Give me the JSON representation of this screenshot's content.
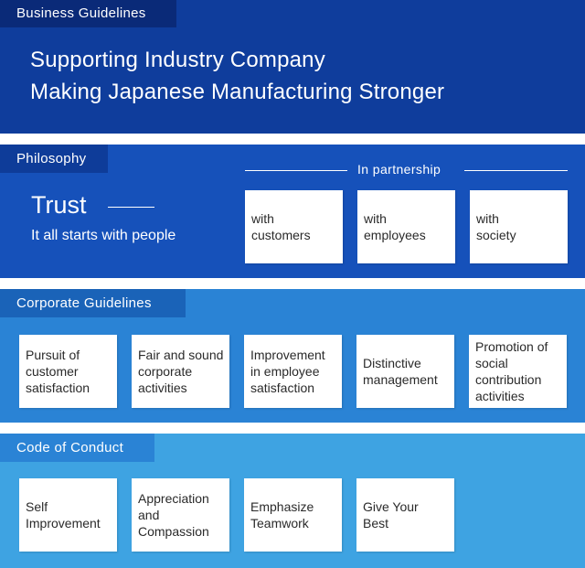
{
  "business_guidelines": {
    "tag": "Business Guidelines",
    "slogan_line1": "Supporting Industry Company",
    "slogan_line2": "Making Japanese Manufacturing Stronger"
  },
  "philosophy": {
    "tag": "Philosophy",
    "trust_title": "Trust",
    "trust_subtitle": "It all starts with people",
    "partnership_label": "In partnership",
    "cards": [
      "with\ncustomers",
      "with\nemployees",
      "with\nsociety"
    ]
  },
  "corporate_guidelines": {
    "tag": "Corporate Guidelines",
    "cards": [
      "Pursuit of\ncustomer\nsatisfaction",
      "Fair and sound\ncorporate\nactivities",
      "Improvement\nin employee\nsatisfaction",
      "Distinctive\nmanagement",
      "Promotion of\nsocial\ncontribution\nactivities"
    ]
  },
  "code_of_conduct": {
    "tag": "Code of Conduct",
    "cards": [
      "Self\nImprovement",
      "Appreciation\nand\nCompassion",
      "Emphasize\nTeamwork",
      "Give Your\nBest"
    ]
  }
}
